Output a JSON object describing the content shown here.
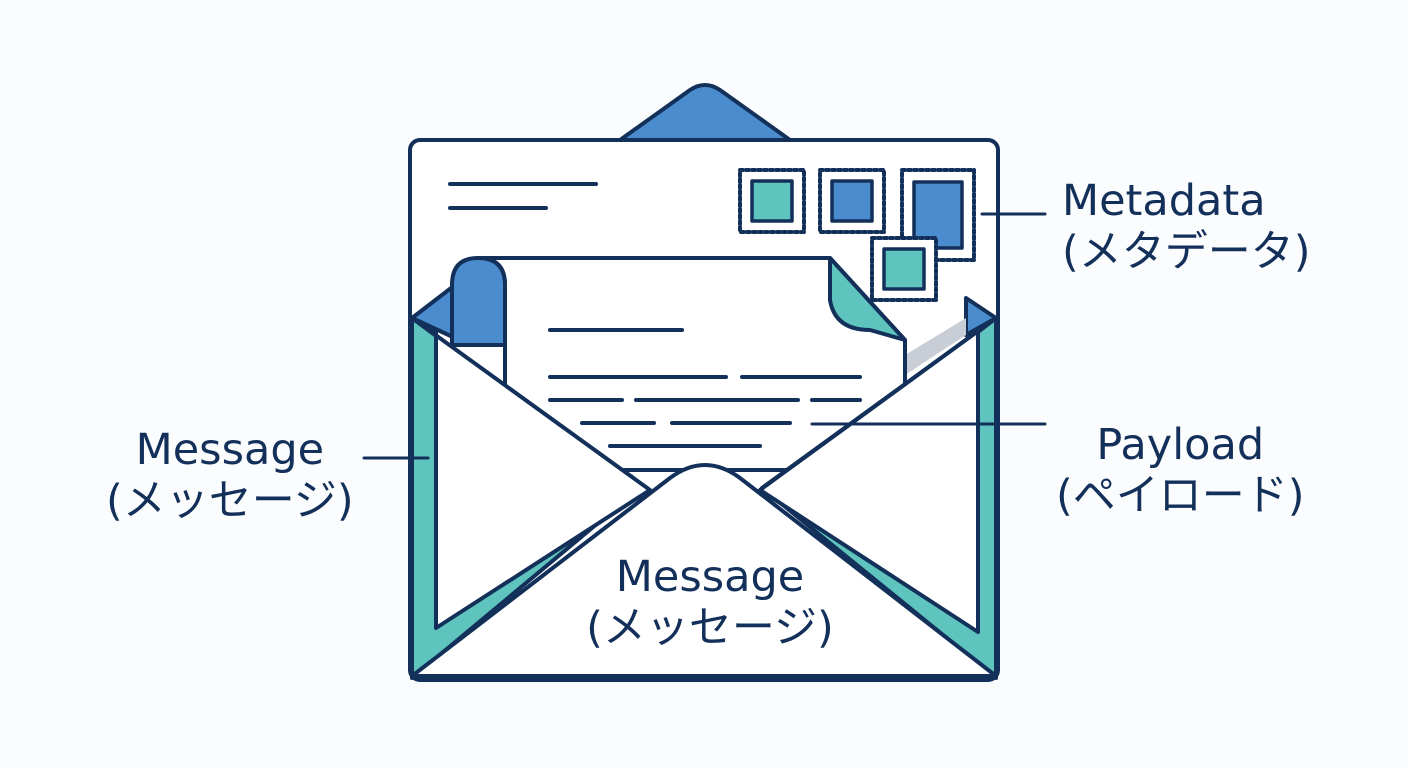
{
  "labels": {
    "metadata": {
      "en": "Metadata",
      "ja": "(メタデータ)"
    },
    "payload": {
      "en": "Payload",
      "ja": "(ペイロード)"
    },
    "message_left": {
      "en": "Message",
      "ja": "(メッセージ)"
    },
    "message_center": {
      "en": "Message",
      "ja": "(メッセージ)"
    }
  },
  "colors": {
    "outline": "#13305a",
    "blue": "#4a8ccd",
    "teal": "#5ec4bd",
    "paper": "#ffffff",
    "background": "#fbfcfd"
  },
  "icons": [
    "envelope-icon",
    "letter-icon",
    "stamp-icon"
  ]
}
